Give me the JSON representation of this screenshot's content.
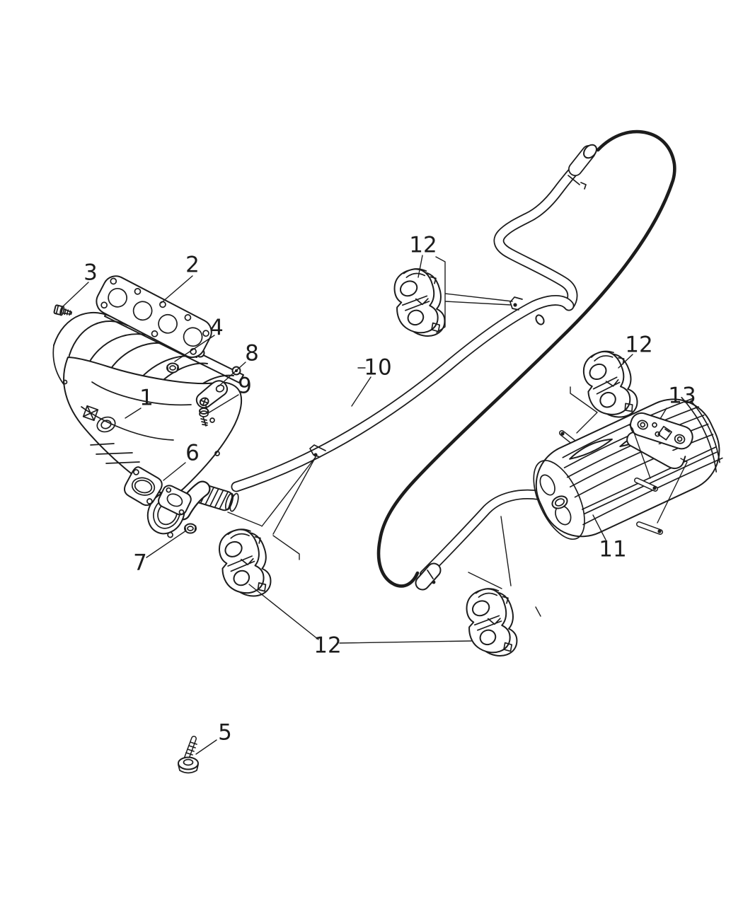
{
  "figure": {
    "type": "exploded-parts-diagram",
    "background_color": "#ffffff",
    "line_color": "#1c1c1c"
  },
  "callouts": {
    "items": [
      {
        "number": "3"
      },
      {
        "number": "2"
      },
      {
        "number": "4"
      },
      {
        "number": "8"
      },
      {
        "number": "9"
      },
      {
        "number": "1"
      },
      {
        "number": "6"
      },
      {
        "number": "10"
      },
      {
        "number": "12"
      },
      {
        "number": "12"
      },
      {
        "number": "13"
      },
      {
        "number": "7"
      },
      {
        "number": "11"
      },
      {
        "number": "12"
      },
      {
        "number": "5"
      }
    ]
  }
}
